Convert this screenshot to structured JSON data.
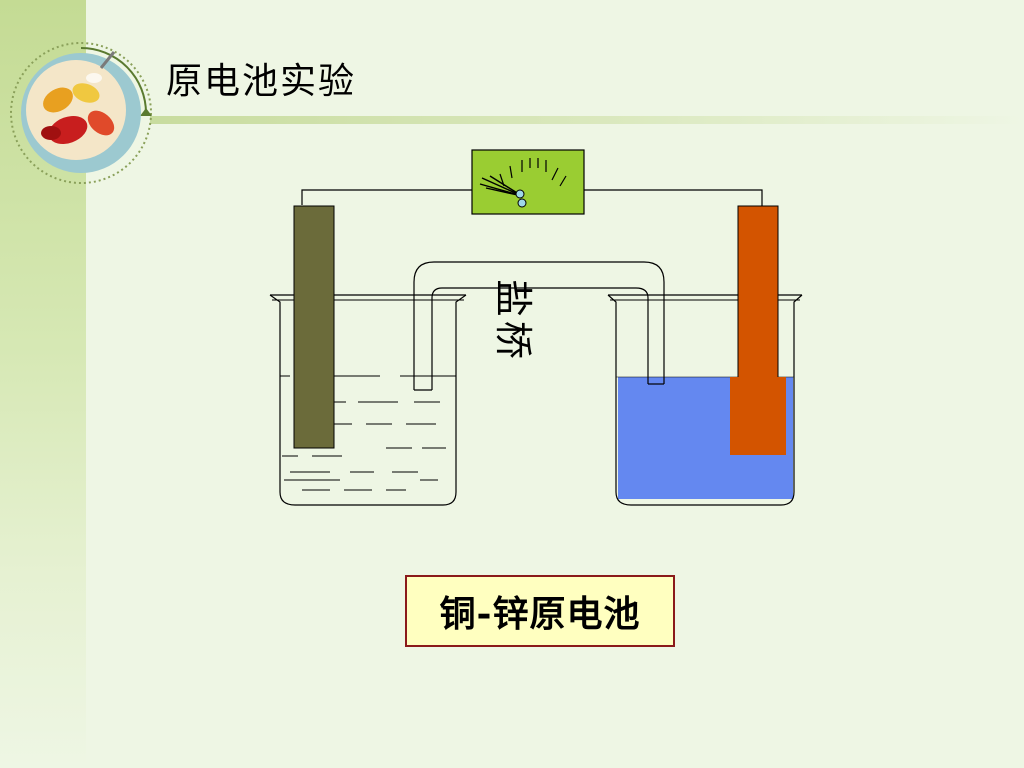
{
  "slide": {
    "title": "原电池实验",
    "caption": "铜-锌原电池",
    "salt_bridge_label": "盐桥"
  },
  "colors": {
    "background": "#eef6e4",
    "zinc_electrode": "#6b6b3a",
    "copper_electrode": "#d35400",
    "copper_solution": "#6488f0",
    "meter_face": "#9acd32",
    "caption_box_fill": "#ffffc0",
    "caption_box_border": "#8a1a1a"
  },
  "icons": {
    "badge": "capsule-pills-icon",
    "meter": "galvanometer-icon"
  }
}
